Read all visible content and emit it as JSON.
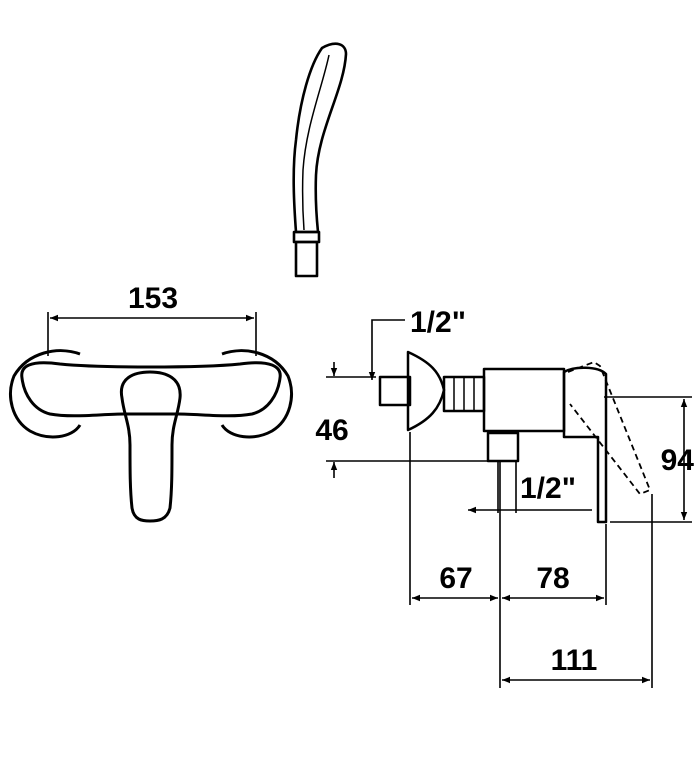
{
  "colors": {
    "line": "#000000",
    "background": "#ffffff"
  },
  "dimensions": {
    "width_front": "153",
    "inlet_thread": "1/2\"",
    "outlet_thread": "1/2\"",
    "inlet_offset": "46",
    "height_side": "94",
    "depth_a": "67",
    "depth_b": "78",
    "depth_total": "111"
  }
}
